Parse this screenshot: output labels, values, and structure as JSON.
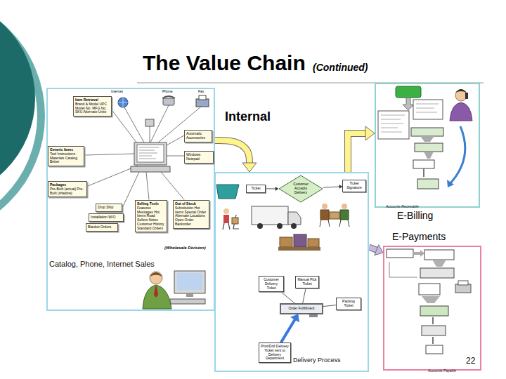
{
  "diagram": {
    "title": "The Value Chain",
    "nodes": [
      {
        "text": [
          "Catalog, Phone, Internet Sales"
        ]
      },
      {
        "text": [
          "Item Retrieval",
          "Brand & Model UPC Model No. MFG No. SKU Alternate Units"
        ],
        "in": 0
      },
      {
        "text": [
          "Automatic Accessories"
        ],
        "in": 0
      },
      {
        "text": [
          "Generic Items",
          "Tool Instructions Materials Catalog Better"
        ],
        "in": 0
      },
      {
        "text": [
          "Windows Notepad"
        ],
        "in": 0
      },
      {
        "text": [
          "Packages",
          "Pre-Built (actual) Pre-Built (shadow)"
        ],
        "in": 0
      },
      {
        "text": [
          "Selling Tools",
          "Features Messages Hot Items Road Sellers Notes Customer History Standard Orders"
        ],
        "in": 0
      },
      {
        "text": [
          "Out of Stock",
          "Substitution Hot Items Special Order Alternate Locations Open Order Backorder"
        ],
        "in": 0
      },
      {
        "text": [
          "Drop Ship"
        ],
        "in": 0
      },
      {
        "text": [
          "Installation W/O"
        ],
        "in": 0
      },
      {
        "text": [
          "Blanket Orders"
        ],
        "in": 0
      },
      {
        "text": [
          "Accounts Receivable"
        ]
      },
      {
        "text": [
          "Delivery Process"
        ]
      },
      {
        "text": [
          "Ticket"
        ],
        "in": 12
      },
      {
        "text": [
          "Customer Accepts Delivery"
        ],
        "in": 12
      },
      {
        "text": [
          "Ticket Signature"
        ],
        "in": 12
      },
      {
        "text": [
          "Customer Delivery Ticket"
        ],
        "in": 12
      },
      {
        "text": [
          "Manual Pick Ticket"
        ],
        "in": 12
      },
      {
        "text": [
          "Order Fulfillment"
        ],
        "in": 12
      },
      {
        "text": [
          "Packing Ticket"
        ],
        "in": 12
      },
      {
        "text": [
          "Print/Drill Delivery Ticket sent to Delivery Department"
        ],
        "in": 12
      },
      {
        "text": [
          "Accounts Payable"
        ]
      }
    ],
    "edges": [
      {
        "from": 0,
        "to": 12,
        "arrow": "to"
      },
      {
        "from": 12,
        "to": 11,
        "arrow": "to"
      },
      {
        "from": 12,
        "to": 21,
        "arrow": "to"
      },
      {
        "from": 13,
        "to": 14,
        "arrow": "to"
      },
      {
        "from": 14,
        "to": 15,
        "arrow": "to"
      },
      {
        "from": 18,
        "to": 16,
        "arrow": "none"
      },
      {
        "from": 18,
        "to": 17,
        "arrow": "none"
      },
      {
        "from": 18,
        "to": 19,
        "arrow": "none"
      },
      {
        "from": 20,
        "to": 18,
        "arrow": "to"
      }
    ],
    "labels": [
      "(Continued)",
      "Internal",
      "Internet",
      "Phone",
      "Fax",
      "(Wholesale Division)",
      "E-Billing",
      "E-Payments",
      "22"
    ]
  }
}
